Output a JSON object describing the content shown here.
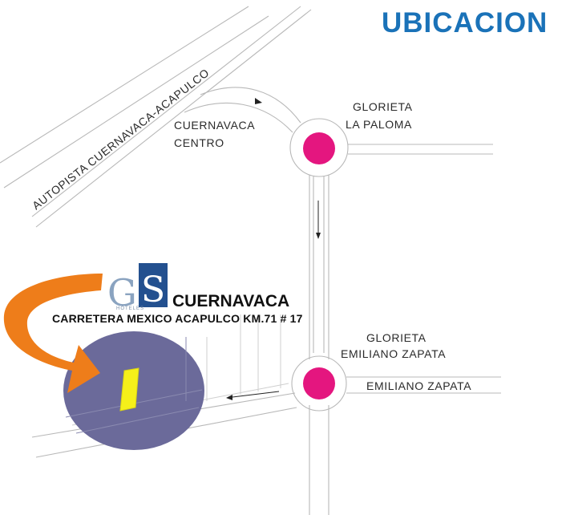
{
  "title": "UBICACION",
  "labels": {
    "autopista": "AUTOPISTA CUERNAVACA-ACAPULCO",
    "centro_line1": "CUERNAVACA",
    "centro_line2": "CENTRO",
    "paloma_line1": "GLORIETA",
    "paloma_line2": "LA PALOMA",
    "zapata_glorieta_line1": "GLORIETA",
    "zapata_glorieta_line2": "EMILIANO ZAPATA",
    "zapata_street": "EMILIANO ZAPATA"
  },
  "hotel": {
    "logo_g": "G",
    "logo_s": "S",
    "logo_small": "HOTELES",
    "name": "CUERNAVACA",
    "address": "CARRETERA MEXICO ACAPULCO KM.71 # 17"
  },
  "colors": {
    "title": "#1a72b8",
    "glorieta": "#e4167f",
    "highlight_area": "#6b6a9a",
    "arrow": "#ee7d1a",
    "hotel_marker": "#f5f01a",
    "logo_box": "#23508f"
  },
  "icons": {
    "glorieta_marker": "magenta-circle",
    "hotel_marker": "yellow-quadrilateral",
    "pointer": "curved-orange-arrow"
  }
}
